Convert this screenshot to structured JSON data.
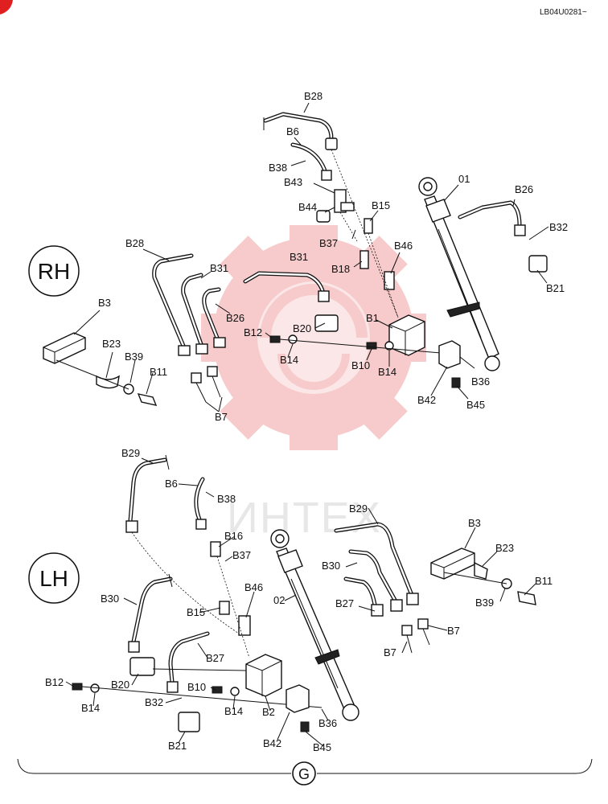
{
  "doc_code": "LB04U0281~",
  "watermark": "ИНТЕХ",
  "colors": {
    "watermark": "#f6c3c3",
    "accent": "#e02020"
  },
  "sections": {
    "rh": {
      "badge": "RH"
    },
    "lh": {
      "badge": "LH"
    }
  },
  "footer": {
    "circle_letter": "G"
  },
  "labels": {
    "rh": {
      "B28a": "B28",
      "B6": "B6",
      "B38": "B38",
      "B43": "B43",
      "B44": "B44",
      "B15": "B15",
      "B37": "B37",
      "B18": "B18",
      "B46": "B46",
      "p01": "01",
      "B26a": "B26",
      "B32": "B32",
      "B21": "B21",
      "B28b": "B28",
      "B31a": "B31",
      "B31b": "B31",
      "B26b": "B26",
      "B3": "B3",
      "B23": "B23",
      "B39": "B39",
      "B11": "B11",
      "B12": "B12",
      "B20": "B20",
      "B1": "B1",
      "B14a": "B14",
      "B10": "B10",
      "B14b": "B14",
      "B36": "B36",
      "B42": "B42",
      "B45": "B45",
      "B7": "B7"
    },
    "lh": {
      "B29a": "B29",
      "B6": "B6",
      "B38": "B38",
      "B16": "B16",
      "B37": "B37",
      "B29b": "B29",
      "B3": "B3",
      "B23": "B23",
      "B30a": "B30",
      "B11": "B11",
      "B39": "B39",
      "B46": "B46",
      "p02": "02",
      "B27a": "B27",
      "B15": "B15",
      "B30b": "B30",
      "B7a": "B7",
      "B7b": "B7",
      "B27b": "B27",
      "B12": "B12",
      "B20": "B20",
      "B10": "B10",
      "B14a": "B14",
      "B14b": "B14",
      "B32": "B32",
      "B2": "B2",
      "B36": "B36",
      "B21": "B21",
      "B42": "B42",
      "B45": "B45"
    }
  }
}
